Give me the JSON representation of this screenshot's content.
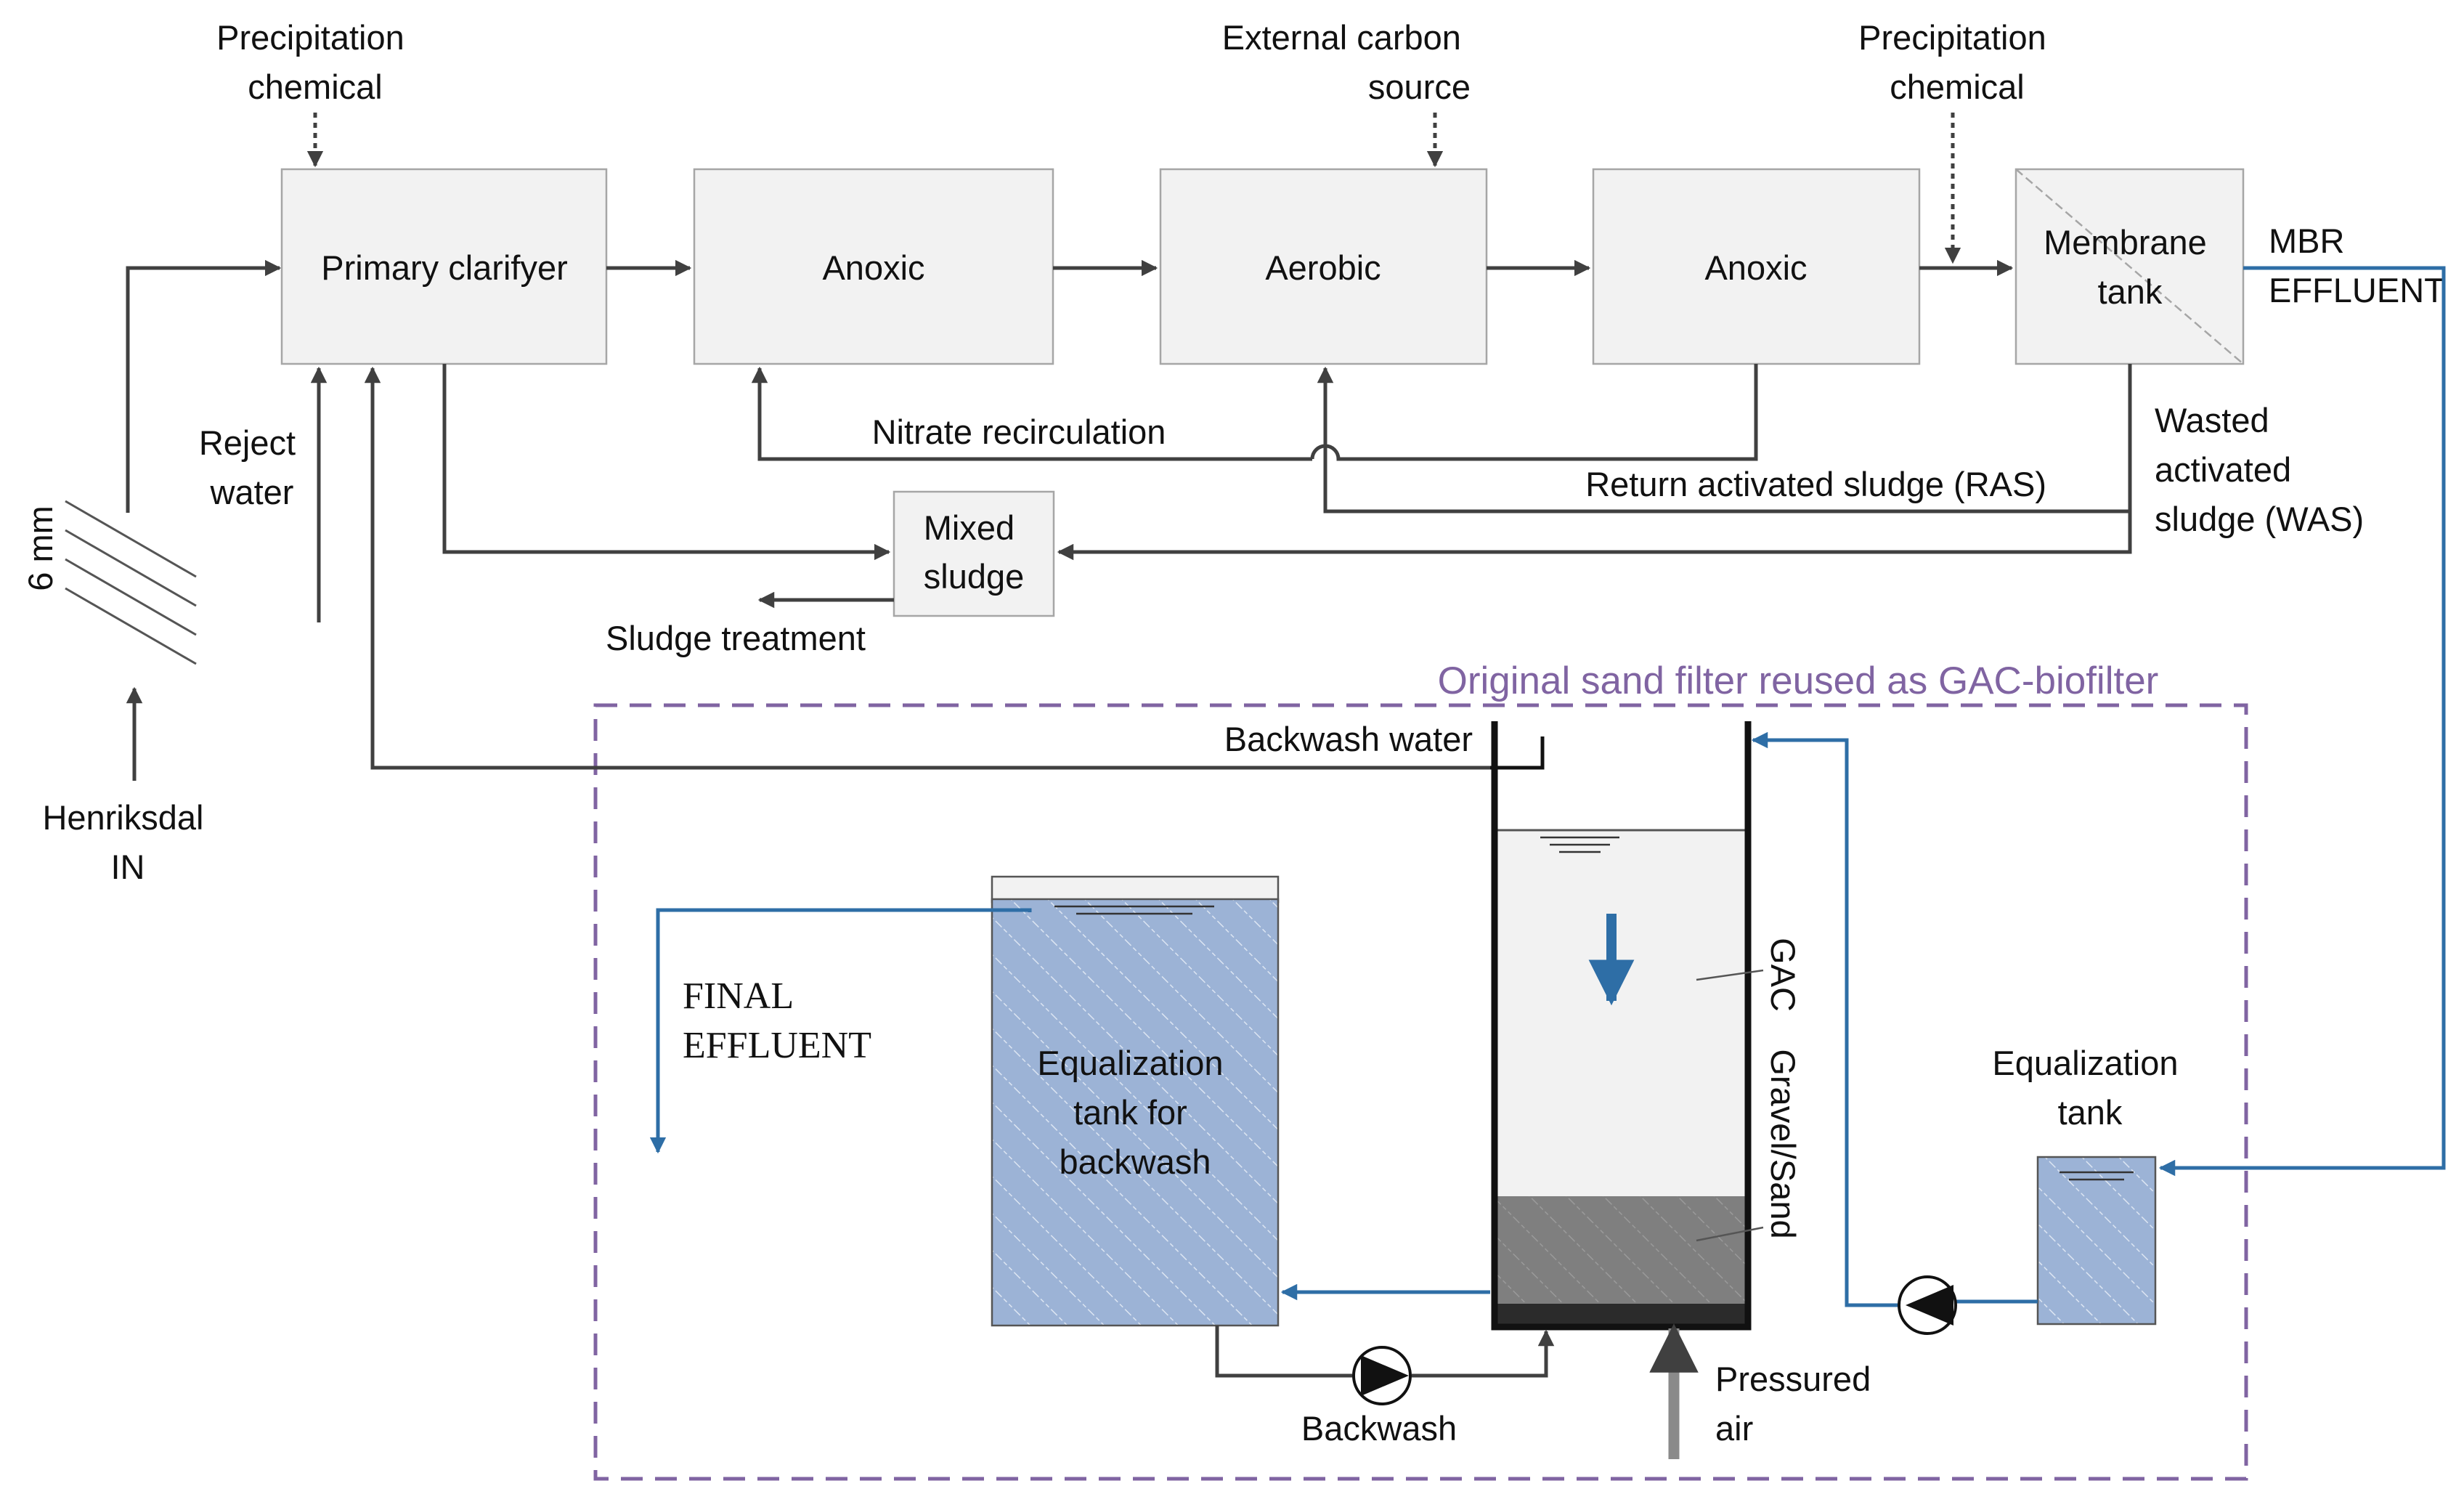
{
  "colors": {
    "box_fill": "#f2f2f2",
    "flow_line": "#404040",
    "water_blue": "#2e6ea6",
    "tank_fill": "#9cb3d6",
    "frame_purple": "#8064a2",
    "gravel_fill": "#808080"
  },
  "inlet": {
    "label": "Henriksdal IN",
    "line1": "Henriksdal",
    "line2": "IN"
  },
  "screen": {
    "label": "6 mm"
  },
  "chemicals": {
    "left": {
      "line1": "Precipitation",
      "line2": "chemical"
    },
    "carbon": {
      "line1": "External carbon",
      "line2": "source"
    },
    "right": {
      "line1": "Precipitation",
      "line2": "chemical"
    }
  },
  "reject_water": {
    "line1": "Reject",
    "line2": "water"
  },
  "process": {
    "primary": "Primary clarifyer",
    "anoxic1": "Anoxic",
    "aerobic": "Aerobic",
    "anoxic2": "Anoxic",
    "membrane": {
      "line1": "Membrane",
      "line2": "tank"
    }
  },
  "mbr_effluent": {
    "line1": "MBR",
    "line2": "EFFLUENT"
  },
  "recirculation": {
    "nitrate": "Nitrate recirculation",
    "ras": "Return activated sludge (RAS)"
  },
  "was": {
    "line1": "Wasted",
    "line2": "activated",
    "line3": "sludge (WAS)"
  },
  "mixed_sludge": {
    "line1": "Mixed",
    "line2": "sludge"
  },
  "sludge_treatment": "Sludge treatment",
  "gac_section": {
    "title": "Original sand filter reused as GAC-biofilter",
    "backwash_water": "Backwash water",
    "gac": "GAC",
    "gravel_sand": "Gravel/Sand",
    "pressured_air": {
      "line1": "Pressured",
      "line2": "air"
    },
    "backwash": "Backwash",
    "final_effluent": {
      "line1": "FINAL",
      "line2": "EFFLUENT"
    },
    "eq_backwash": {
      "line1": "Equalization",
      "line2": "tank for",
      "line3": "backwash"
    },
    "eq_tank": {
      "line1": "Equalization",
      "line2": "tank"
    }
  }
}
